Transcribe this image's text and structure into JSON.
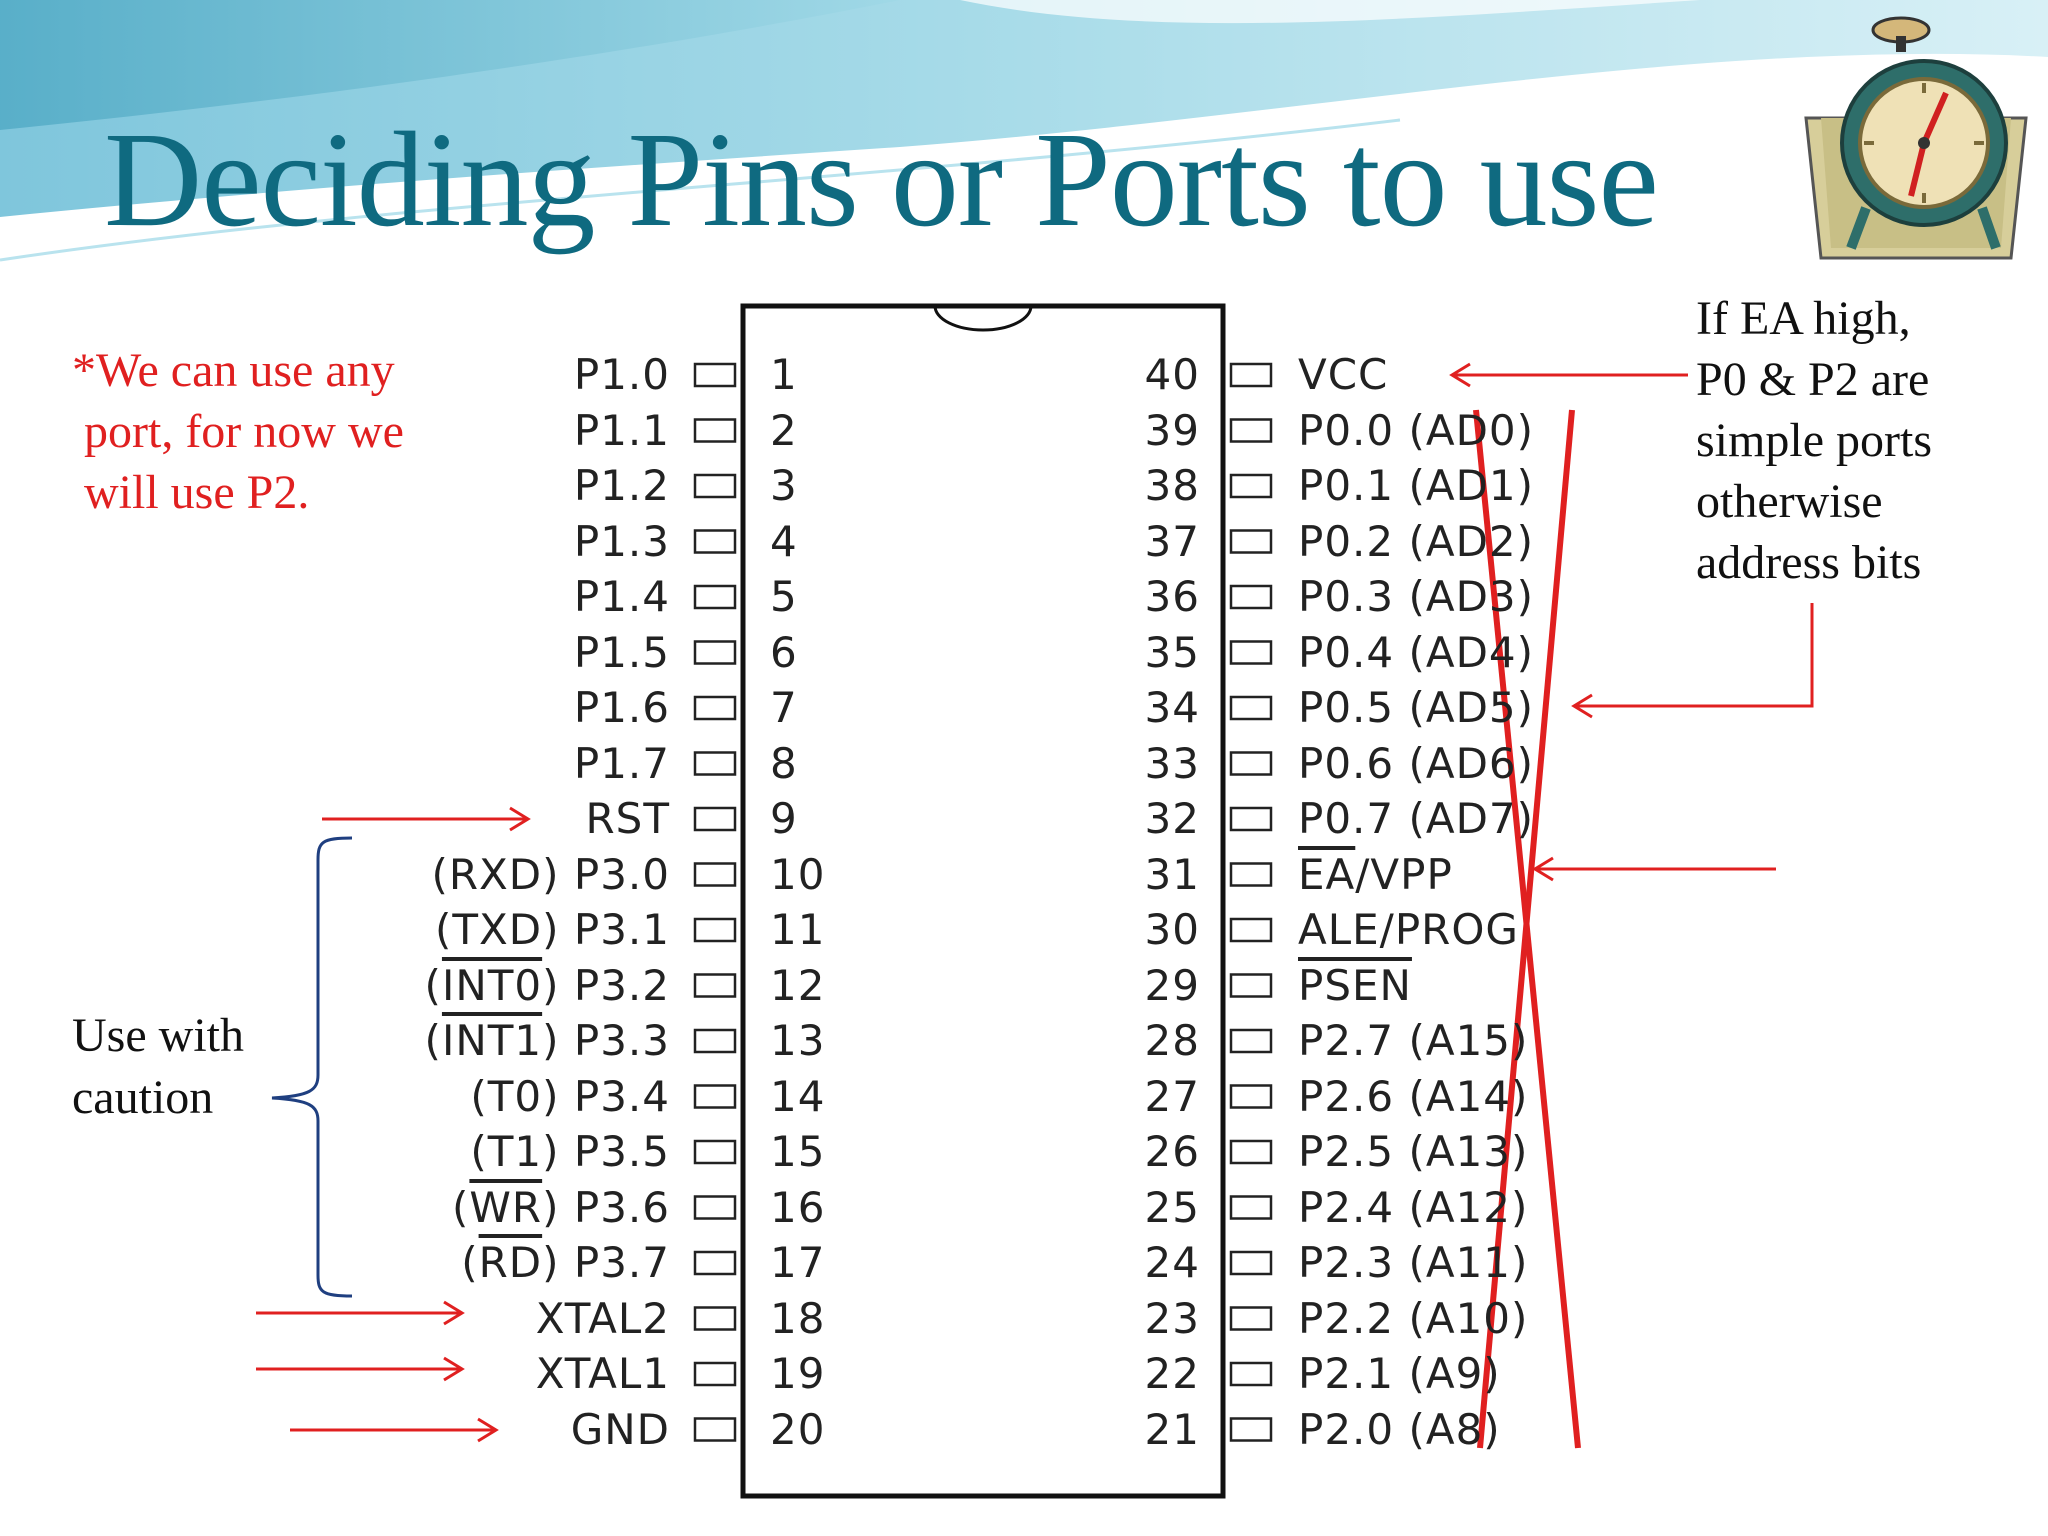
{
  "title": "Deciding Pins or Ports to use",
  "notes": {
    "red_lines": [
      "*We can use any",
      " port, for now we",
      " will use P2."
    ],
    "ea_lines": [
      "If EA high,",
      "P0 & P2 are",
      "simple ports",
      "otherwise",
      "address bits"
    ],
    "caution_lines": [
      "Use with",
      "caution"
    ]
  },
  "chip": {
    "left_pins": [
      {
        "pre": "",
        "pre_overline": "",
        "label": "P1.0",
        "num": "1"
      },
      {
        "pre": "",
        "pre_overline": "",
        "label": "P1.1",
        "num": "2"
      },
      {
        "pre": "",
        "pre_overline": "",
        "label": "P1.2",
        "num": "3"
      },
      {
        "pre": "",
        "pre_overline": "",
        "label": "P1.3",
        "num": "4"
      },
      {
        "pre": "",
        "pre_overline": "",
        "label": "P1.4",
        "num": "5"
      },
      {
        "pre": "",
        "pre_overline": "",
        "label": "P1.5",
        "num": "6"
      },
      {
        "pre": "",
        "pre_overline": "",
        "label": "P1.6",
        "num": "7"
      },
      {
        "pre": "",
        "pre_overline": "",
        "label": "P1.7",
        "num": "8"
      },
      {
        "pre": "",
        "pre_overline": "",
        "label": "RST",
        "num": "9"
      },
      {
        "pre": "(RXD)",
        "pre_overline": "",
        "label": "P3.0",
        "num": "10"
      },
      {
        "pre": "(TXD)",
        "pre_overline": "",
        "label": "P3.1",
        "num": "11"
      },
      {
        "pre": "",
        "pre_overline": "INT0",
        "label": "P3.2",
        "num": "12"
      },
      {
        "pre": "",
        "pre_overline": "INT1",
        "label": "P3.3",
        "num": "13"
      },
      {
        "pre": "(T0)",
        "pre_overline": "",
        "label": "P3.4",
        "num": "14"
      },
      {
        "pre": "(T1)",
        "pre_overline": "",
        "label": "P3.5",
        "num": "15"
      },
      {
        "pre": "",
        "pre_overline": "WR",
        "label": "P3.6",
        "num": "16"
      },
      {
        "pre": "",
        "pre_overline": "RD",
        "label": "P3.7",
        "num": "17"
      },
      {
        "pre": "",
        "pre_overline": "",
        "label": "XTAL2",
        "num": "18"
      },
      {
        "pre": "",
        "pre_overline": "",
        "label": "XTAL1",
        "num": "19"
      },
      {
        "pre": "",
        "pre_overline": "",
        "label": "GND",
        "num": "20"
      }
    ],
    "right_pins": [
      {
        "num": "40",
        "label": "VCC",
        "overline": ""
      },
      {
        "num": "39",
        "label": "P0.0 (AD0)",
        "overline": ""
      },
      {
        "num": "38",
        "label": "P0.1 (AD1)",
        "overline": ""
      },
      {
        "num": "37",
        "label": "P0.2 (AD2)",
        "overline": ""
      },
      {
        "num": "36",
        "label": "P0.3 (AD3)",
        "overline": ""
      },
      {
        "num": "35",
        "label": "P0.4 (AD4)",
        "overline": ""
      },
      {
        "num": "34",
        "label": "P0.5 (AD5)",
        "overline": ""
      },
      {
        "num": "33",
        "label": "P0.6 (AD6)",
        "overline": ""
      },
      {
        "num": "32",
        "label": "P0.7 (AD7)",
        "overline": ""
      },
      {
        "num": "31",
        "label": "/VPP",
        "overline": "EA"
      },
      {
        "num": "30",
        "label": "ALE/PROG",
        "overline": ""
      },
      {
        "num": "29",
        "label": "",
        "overline": "PSEN"
      },
      {
        "num": "28",
        "label": "P2.7 (A15)",
        "overline": ""
      },
      {
        "num": "27",
        "label": "P2.6 (A14)",
        "overline": ""
      },
      {
        "num": "26",
        "label": "P2.5 (A13)",
        "overline": ""
      },
      {
        "num": "25",
        "label": "P2.4 (A12)",
        "overline": ""
      },
      {
        "num": "24",
        "label": "P2.3 (A11)",
        "overline": ""
      },
      {
        "num": "23",
        "label": "P2.2 (A10)",
        "overline": ""
      },
      {
        "num": "22",
        "label": "P2.1 (A9)",
        "overline": ""
      },
      {
        "num": "21",
        "label": "P2.0 (A8)",
        "overline": ""
      }
    ]
  },
  "icons": {
    "clock": "alarm-clock-icon"
  },
  "colors": {
    "title": "#0f6a80",
    "annotation": "#e02020",
    "arrow": "#e02020",
    "bracket": "#1f3f80"
  }
}
